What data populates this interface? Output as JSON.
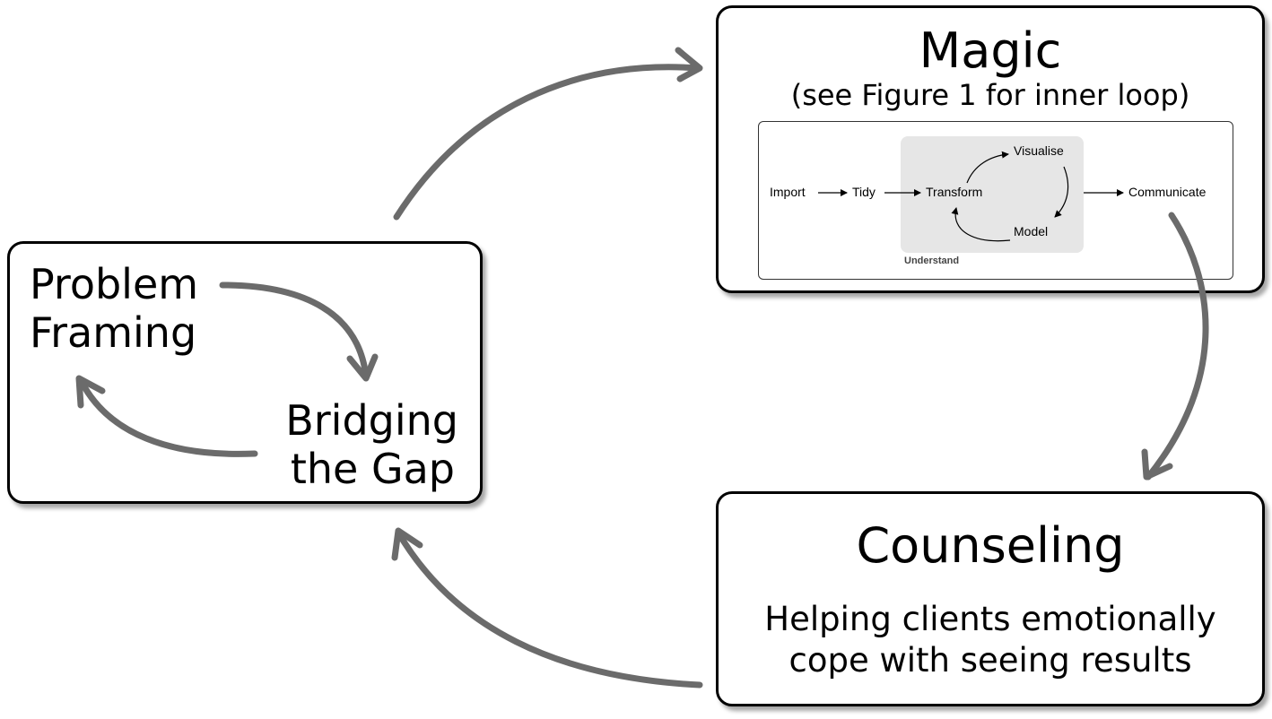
{
  "problem_box": {
    "line1": "Problem",
    "line2": "Framing",
    "gap_line1": "Bridging",
    "gap_line2": "the Gap"
  },
  "magic_box": {
    "title": "Magic",
    "subtitle": "(see Figure 1 for inner loop)",
    "inner_loop": {
      "import": "Import",
      "tidy": "Tidy",
      "transform": "Transform",
      "visualise": "Visualise",
      "model": "Model",
      "communicate": "Communicate",
      "understand": "Understand"
    }
  },
  "counsel_box": {
    "title": "Counseling",
    "line1": "Helping clients emotionally",
    "line2": "cope with seeing results"
  },
  "colors": {
    "arrow": "#6b6b6b",
    "box_border": "#000000",
    "understand_fill": "#e6e6e6"
  }
}
